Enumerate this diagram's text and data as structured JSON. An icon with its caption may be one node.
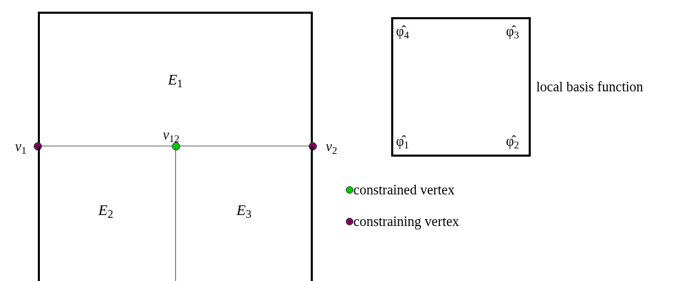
{
  "diagram": {
    "nodes": [
      {
        "text": [
          "*E*$_{1}$"
        ]
      },
      {
        "text": [],
        "shape": "circle",
        "beside": [
          "*v*$_{1}$"
        ]
      },
      {
        "text": [],
        "shape": "circle",
        "beside": [
          "*v*$_{12}$"
        ]
      },
      {
        "text": [],
        "shape": "circle",
        "beside": [
          "*v*$_{2}$"
        ]
      },
      {
        "text": [
          "*E*$_{2}$"
        ]
      },
      {
        "text": [
          "*E*$_{3}$"
        ]
      },
      {
        "text": [
          "φ̂$_{4}$",
          "φ̂$_{3}$",
          "φ̂$_{1}$",
          "φ̂$_{2}$"
        ],
        "beside": [
          "local basis function"
        ]
      }
    ],
    "legend": [
      {
        "text": "constrained vertex",
        "color": "#00cc00"
      },
      {
        "text": "constraining vertex",
        "color": "#800060"
      }
    ]
  }
}
